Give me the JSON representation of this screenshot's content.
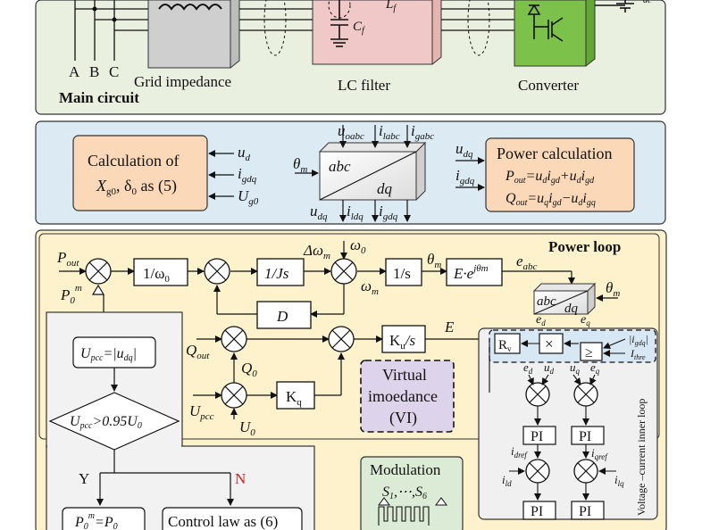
{
  "main_circuit": {
    "phase_a": "A",
    "phase_b": "B",
    "phase_c": "C",
    "grid_impedance": "Grid impedance",
    "lc_filter": "LC filter",
    "converter": "Converter",
    "title": "Main circuit",
    "lf_label": "L",
    "lf_sub": "f",
    "cf_label": "C",
    "cf_sub": "f",
    "dc_sub": "dc"
  },
  "mid": {
    "calc_line1": "Calculation of",
    "calc_line2": "X",
    "calc_line2_sub": "g0",
    "calc_line2_rest": ", δ",
    "calc_line2_sub2": "0",
    "calc_line2_end": " as (5)",
    "in_ud": "u",
    "in_ud_sub": "d",
    "in_igdq": "i",
    "in_igdq_sub": "gdq",
    "in_ug0": "U",
    "in_ug0_sub": "g0",
    "theta_m": "θ",
    "theta_m_sub": "m",
    "abc": "abc",
    "dq": "dq",
    "top_uoabc": "u",
    "top_uoabc_sub": "oabc",
    "top_ilabc": "i",
    "top_ilabc_sub": "labc",
    "top_igabc": "i",
    "top_igabc_sub": "gabc",
    "bot_udq": "u",
    "bot_udq_sub": "dq",
    "bot_ildq": "i",
    "bot_ildq_sub": "ldq",
    "bot_igdq": "i",
    "bot_igdq_sub": "gdq",
    "pc_title": "Power calculation",
    "pc_in_udq": "u",
    "pc_in_udq_sub": "dq",
    "pc_in_igdq": "i",
    "pc_in_igdq_sub": "gdq",
    "pc_eq1": "P_out = u_d i_gd + u_d i_gd",
    "pc_eq2": "Q_out = u_q i_gd − u_d i_gq"
  },
  "power_loop": {
    "title": "Power loop",
    "p_out": "P",
    "p_out_sub": "out",
    "p0m": "P",
    "p0m_sub": "0",
    "p0m_sup": "m",
    "inv_w0": "1/ω",
    "inv_w0_sub": "0",
    "inv_js": "1/Js",
    "dw": "Δω",
    "dw_sub": "m",
    "w0": "ω",
    "w0_sub": "0",
    "wm": "ω",
    "wm_sub": "m",
    "inv_s": "1/s",
    "theta_m": "θ",
    "theta_m_sub": "m",
    "exp_block": "E·e",
    "exp_sup": "jθm",
    "e_abc": "e",
    "e_abc_sub": "abc",
    "d_block": "D",
    "q_out": "Q",
    "q_out_sub": "out",
    "q0": "Q",
    "q0_sub": "0",
    "ku_s": "K",
    "ku_sub": "u",
    "ku_rest": "/s",
    "e_label": "E",
    "kq": "K",
    "kq_sub": "q",
    "u_pcc": "U",
    "u_pcc_sub": "pcc",
    "u0": "U",
    "u0_sub": "0",
    "vi_line1": "Virtual",
    "vi_line2": "imoedance",
    "vi_line3": "(VI)"
  },
  "inner_loop": {
    "abc": "abc",
    "dq": "dq",
    "theta_m": "θ",
    "theta_m_sub": "m",
    "ed": "e",
    "ed_sub": "d",
    "eq": "e",
    "eq_sub": "q",
    "rv": "R",
    "rv_sub": "v",
    "times": "×",
    "geq": "≥",
    "igdq": "|i",
    "igdq_sub": "gdq",
    "igdq_end": "|",
    "ithre": "I",
    "ithre_sub": "thre",
    "ed2": "e",
    "ed2_sub": "d",
    "ud": "u",
    "ud_sub": "d",
    "uq": "u",
    "uq_sub": "q",
    "eq2": "e",
    "eq2_sub": "q",
    "pi": "PI",
    "idref": "i",
    "idref_sub": "dref",
    "iqref": "i",
    "iqref_sub": "qref",
    "ild": "i",
    "ild_sub": "ld",
    "ilq": "i",
    "ilq_sub": "lq",
    "side_label": "Voltage –current inner loop"
  },
  "flow": {
    "upcc_box": "U",
    "upcc_box_sub": "pcc",
    "upcc_box_rest": "=|u",
    "upcc_box_sub2": "dq",
    "upcc_box_end": "|",
    "decision": "U",
    "decision_sub": "pcc",
    "decision_rest": ">0.95U",
    "decision_sub2": "0",
    "yes": "Y",
    "no": "N",
    "left_box": "P",
    "left_box_sub": "0",
    "left_box_sup": "m",
    "left_box_rest": "=P",
    "left_box_sub2": "0",
    "right_box": "Control law as (6)"
  },
  "modulation": {
    "title": "Modulation",
    "switches": "S",
    "switches_sub1": "1",
    "switches_mid": ",⋯,S",
    "switches_sub2": "6"
  },
  "colors": {
    "main_bg": "#e9f0e0",
    "mid_bg": "#dceaf3",
    "loop_bg": "#fdf2cc",
    "flow_bg": "#f2f2f2",
    "grid_imp": "#cfcfcf",
    "lc_filter": "#f0c8c8",
    "converter": "#7cc24a",
    "calc_box": "#fbd9b8",
    "pc_box": "#fbd9b8",
    "vi_box": "#ddd3ea",
    "mod_box": "#dcebd5"
  }
}
